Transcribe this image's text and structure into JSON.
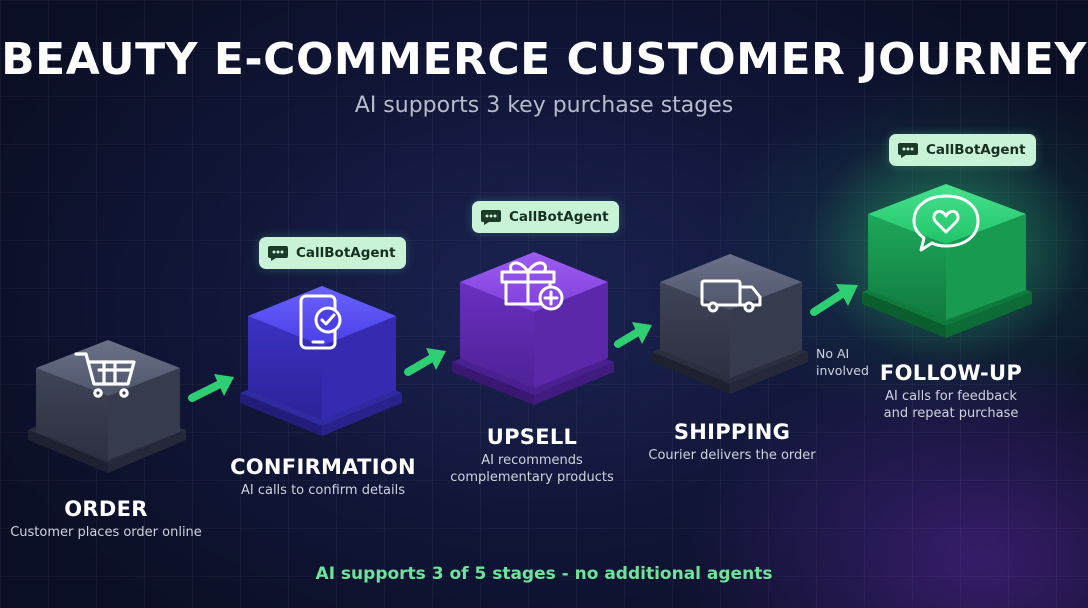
{
  "title": "BEAUTY E-COMMERCE CUSTOMER JOURNEY",
  "subtitle": "AI supports 3 key purchase stages",
  "footer": "AI supports 3 of 5 stages - no additional agents",
  "badge_label": "CallBotAgent",
  "no_ai_note": [
    "No AI",
    "involved"
  ],
  "colors": {
    "order": "#4a5066",
    "confirmation": "#4a3fdc",
    "upsell": "#7a3fd8",
    "shipping": "#4a5066",
    "followup": "#1fc86a",
    "arrow": "#2ecf72",
    "badge_bg": "#c8f3d6",
    "footer_text": "#6ee49a"
  },
  "stages": [
    {
      "name": "ORDER",
      "desc": [
        "Customer places order online"
      ],
      "icon": "shopping-cart-icon",
      "ai": false
    },
    {
      "name": "CONFIRMATION",
      "desc": [
        "AI calls to confirm details"
      ],
      "icon": "phone-check-icon",
      "ai": true
    },
    {
      "name": "UPSELL",
      "desc": [
        "AI recommends",
        "complementary products"
      ],
      "icon": "gift-plus-icon",
      "ai": true
    },
    {
      "name": "SHIPPING",
      "desc": [
        "Courier delivers the order"
      ],
      "icon": "delivery-truck-icon",
      "ai": false
    },
    {
      "name": "FOLLOW-UP",
      "desc": [
        "AI calls for feedback",
        "and repeat purchase"
      ],
      "icon": "heart-chat-icon",
      "ai": true
    }
  ]
}
